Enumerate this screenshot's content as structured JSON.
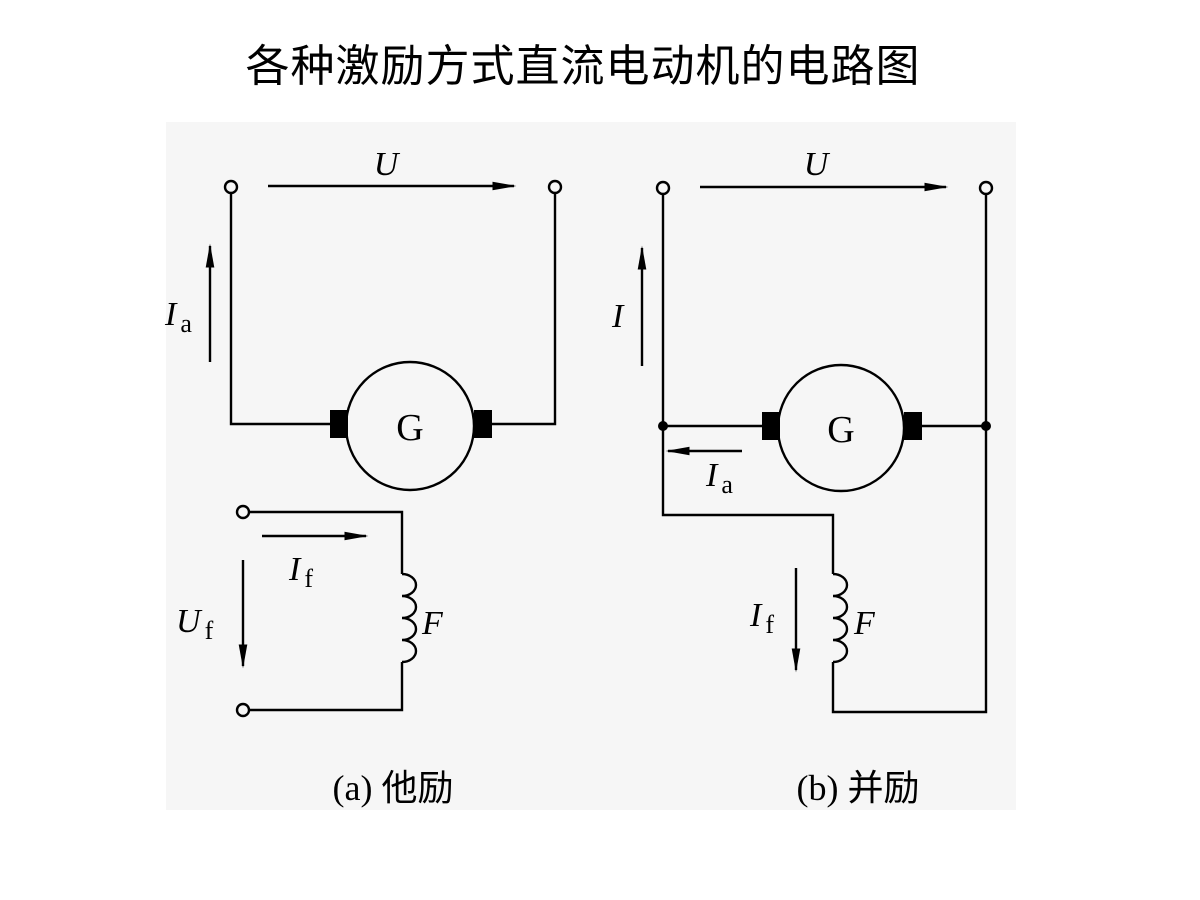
{
  "title": "各种激励方式直流电动机的电路图",
  "colors": {
    "panel_bg": "#f6f6f6",
    "line": "#000000",
    "title_text": "#000000"
  },
  "diagram_a": {
    "caption": "(a) 他励",
    "voltage_label": "U",
    "armature_current": {
      "symbol": "I",
      "sub": "a"
    },
    "field_current": {
      "symbol": "I",
      "sub": "f"
    },
    "field_voltage": {
      "symbol": "U",
      "sub": "f"
    },
    "machine_label": "G",
    "winding_label": "F"
  },
  "diagram_b": {
    "caption": "(b) 并励",
    "voltage_label": "U",
    "line_current": "I",
    "armature_current": {
      "symbol": "I",
      "sub": "a"
    },
    "field_current": {
      "symbol": "I",
      "sub": "f"
    },
    "machine_label": "G",
    "winding_label": "F"
  }
}
